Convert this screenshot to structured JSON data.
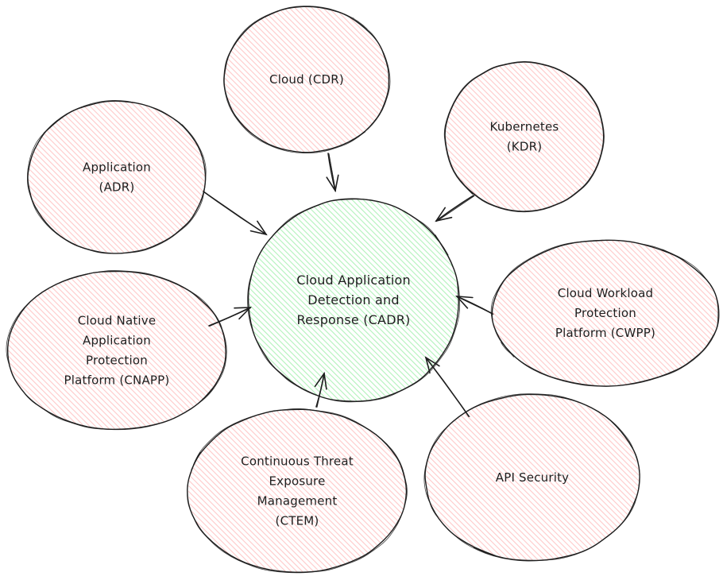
{
  "diagram": {
    "type": "hub-and-spoke",
    "colors": {
      "center_fill": "#b2f2bb",
      "satellite_fill": "#ffc9c9",
      "stroke": "#1e1e1e",
      "background": "#ffffff"
    },
    "center": {
      "id": "cadr",
      "lines": [
        "Cloud Application",
        "Detection and",
        "Response (CADR)"
      ]
    },
    "satellites": [
      {
        "id": "cdr",
        "lines": [
          "Cloud (CDR)"
        ]
      },
      {
        "id": "kdr",
        "lines": [
          "Kubernetes",
          "(KDR)"
        ]
      },
      {
        "id": "adr",
        "lines": [
          "Application",
          "(ADR)"
        ]
      },
      {
        "id": "cwpp",
        "lines": [
          "Cloud Workload",
          "Protection",
          "Platform (CWPP)"
        ]
      },
      {
        "id": "cnapp",
        "lines": [
          "Cloud Native",
          "Application",
          "Protection",
          "Platform (CNAPP)"
        ]
      },
      {
        "id": "api",
        "lines": [
          "API Security"
        ]
      },
      {
        "id": "ctem",
        "lines": [
          "Continuous Threat",
          "Exposure",
          "Management",
          "(CTEM)"
        ]
      }
    ],
    "edges": [
      {
        "from": "cdr",
        "to": "cadr"
      },
      {
        "from": "kdr",
        "to": "cadr"
      },
      {
        "from": "adr",
        "to": "cadr"
      },
      {
        "from": "cwpp",
        "to": "cadr"
      },
      {
        "from": "cnapp",
        "to": "cadr"
      },
      {
        "from": "api",
        "to": "cadr"
      },
      {
        "from": "ctem",
        "to": "cadr"
      }
    ]
  }
}
